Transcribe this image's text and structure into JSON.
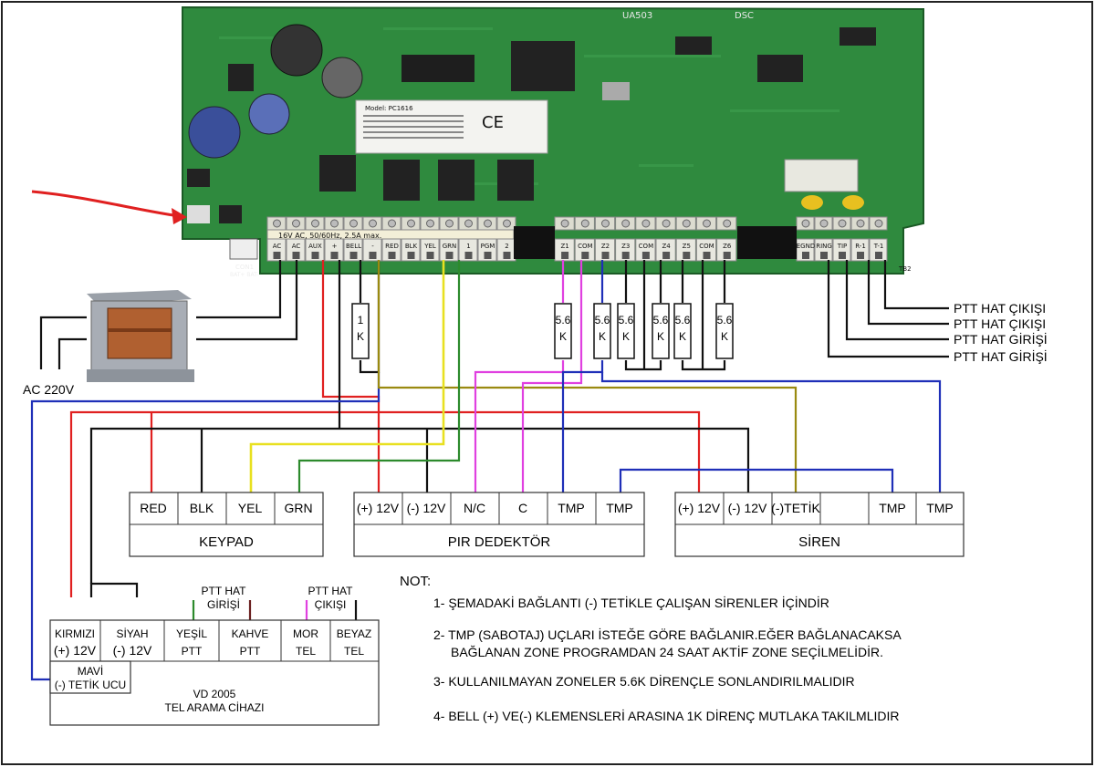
{
  "board": {
    "model_sticker": "Model: PC1616",
    "brand": "DSC",
    "code": "UA503",
    "ac_label": "16V AC, 50/60Hz, 2.5A max.",
    "terminals_left": [
      "AC",
      "AC",
      "AUX",
      "+",
      "BELL",
      "-",
      "RED",
      "BLK",
      "YEL",
      "GRN",
      "1",
      "PGM",
      "2"
    ],
    "terminals_zone": [
      "Z1",
      "COM",
      "Z2",
      "Z3",
      "COM",
      "Z4",
      "Z5",
      "COM",
      "Z6"
    ],
    "terminals_right": [
      "EGND",
      "RING",
      "TIP",
      "R-1",
      "T-1"
    ],
    "con1": "CON1",
    "con1_sub": "BAT+ BAT-",
    "tb2": "TB2"
  },
  "transformer": {
    "label": "AC 220V"
  },
  "resistors": [
    {
      "id": "bell",
      "label": "1\nK"
    },
    {
      "id": "z1",
      "label": "5.6\nK"
    },
    {
      "id": "z2",
      "label": "5.6\nK"
    },
    {
      "id": "z3",
      "label": "5.6\nK"
    },
    {
      "id": "z4",
      "label": "5.6\nK"
    },
    {
      "id": "z5",
      "label": "5.6\nK"
    },
    {
      "id": "z6",
      "label": "5.6\nK"
    }
  ],
  "ptt_lines": [
    "PTT HAT ÇIKIŞI",
    "PTT HAT ÇIKIŞI",
    "PTT HAT GİRİŞİ",
    "PTT HAT GİRİŞİ"
  ],
  "keypad": {
    "cells": [
      "RED",
      "BLK",
      "YEL",
      "GRN"
    ],
    "title": "KEYPAD"
  },
  "pir": {
    "cells": [
      "(+) 12V",
      "(-) 12V",
      "N/C",
      "C",
      "TMP",
      "TMP"
    ],
    "title": "PIR DEDEKTÖR"
  },
  "siren": {
    "cells": [
      "(+) 12V",
      "(-) 12V",
      "(-)TETİK",
      "",
      "TMP",
      "TMP"
    ],
    "title": "SİREN"
  },
  "dialer": {
    "ptt_in": [
      "PTT HAT",
      "GİRİŞİ"
    ],
    "ptt_out": [
      "PTT HAT",
      "ÇIKIŞI"
    ],
    "cells_top": [
      [
        "KIRMIZI",
        "(+) 12V"
      ],
      [
        "SİYAH",
        "(-) 12V"
      ],
      [
        "YEŞİL",
        "PTT"
      ],
      [
        "KAHVE",
        "PTT"
      ],
      [
        "MOR",
        "TEL"
      ],
      [
        "BEYAZ",
        "TEL"
      ]
    ],
    "mavi": [
      "MAVİ",
      "(-) TETİK UCU"
    ],
    "title1": "VD 2005",
    "title2": "TEL ARAMA CİHAZI"
  },
  "notes": {
    "heading": "NOT:",
    "items": [
      "1- ŞEMADAKİ BAĞLANTI (-) TETİKLE ÇALIŞAN SİRENLER İÇİNDİR",
      "2- TMP (SABOTAJ) UÇLARI İSTEĞE GÖRE BAĞLANIR.EĞER BAĞLANACAKSA",
      "BAĞLANAN ZONE PROGRAMDAN 24 SAAT AKTİF ZONE SEÇİLMELİDİR.",
      "3- KULLANILMAYAN ZONELER 5.6K DİRENÇLE SONLANDIRILMALIDIR",
      "4- BELL (+) VE(-) KLEMENSLERİ ARASINA 1K DİRENÇ MUTLAKA TAKILMLIDIR"
    ]
  },
  "colors": {
    "pcb": "#2f8a3e",
    "red": "#e02020",
    "black": "#111111",
    "yellow": "#f2ee2a",
    "green": "#2c8a2c",
    "magenta": "#e040e0",
    "blue": "#1f2fb8",
    "olive": "#9a8a10",
    "brown": "#6a2020"
  }
}
